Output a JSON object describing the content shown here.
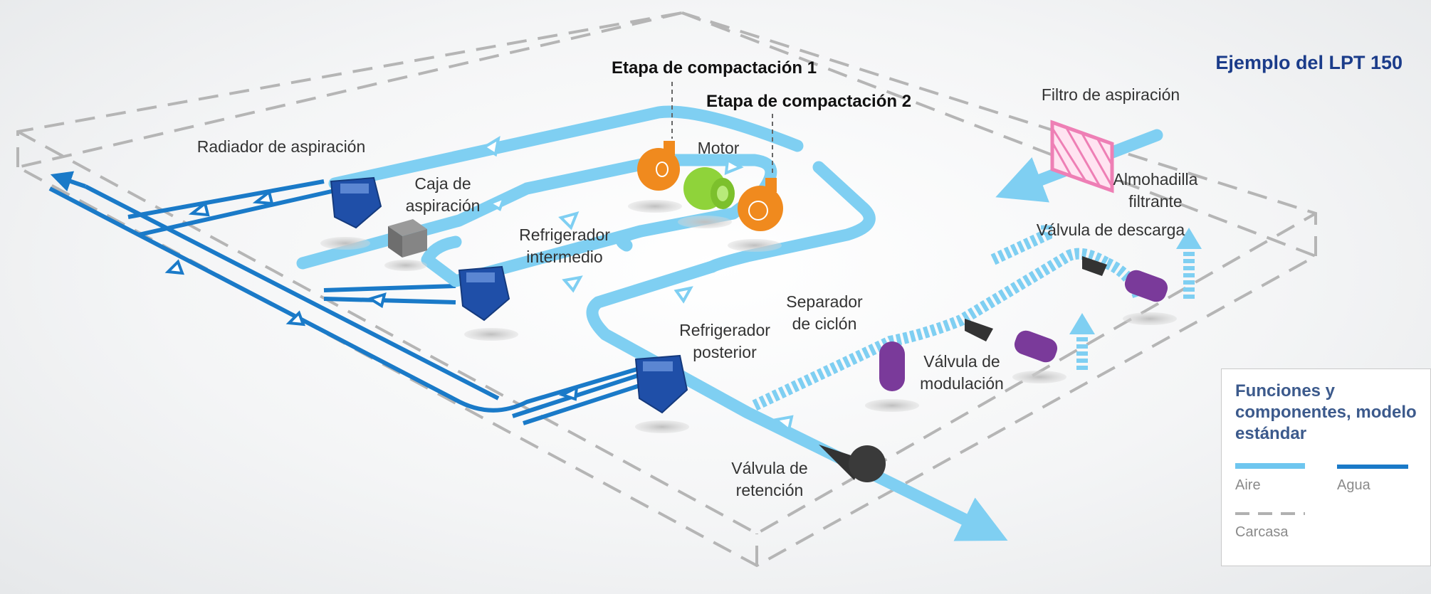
{
  "title": "Ejemplo del LPT 150",
  "stages": {
    "stage1": "Etapa de compactación 1",
    "stage2": "Etapa de compactación 2"
  },
  "labels": {
    "radiador_aspiracion": "Radiador de aspiración",
    "caja_aspiracion": [
      "Caja de",
      "aspiración"
    ],
    "motor": "Motor",
    "refrigerador_intermedio": [
      "Refrigerador",
      "intermedio"
    ],
    "refrigerador_posterior": [
      "Refrigerador",
      "posterior"
    ],
    "separador_ciclon": [
      "Separador",
      "de ciclón"
    ],
    "valvula_modulacion": [
      "Válvula de",
      "modulación"
    ],
    "valvula_retencion": [
      "Válvula de",
      "retención"
    ],
    "valvula_descarga": "Válvula de descarga",
    "filtro_aspiracion": "Filtro de aspiración",
    "almohadilla_filtrante": [
      "Almohadilla",
      "filtrante"
    ]
  },
  "legend": {
    "title": "Funciones y componentes, modelo estándar",
    "items": [
      {
        "label": "Aire",
        "color": "#6ec6ef",
        "style": "solid"
      },
      {
        "label": "Agua",
        "color": "#1a7ac8",
        "style": "solid"
      },
      {
        "label": "Carcasa",
        "color": "#b0b0b0",
        "style": "dashed"
      }
    ]
  },
  "colors": {
    "air": "#7fcff2",
    "water": "#1a7ac8",
    "housing": "#b5b5b5",
    "compressor": "#f08a1e",
    "motor": "#8fd33a",
    "cooler": "#1f4fa8",
    "valve": "#7a3a9a",
    "filter": "#ee7fb5",
    "title": "#1b3c8a"
  }
}
